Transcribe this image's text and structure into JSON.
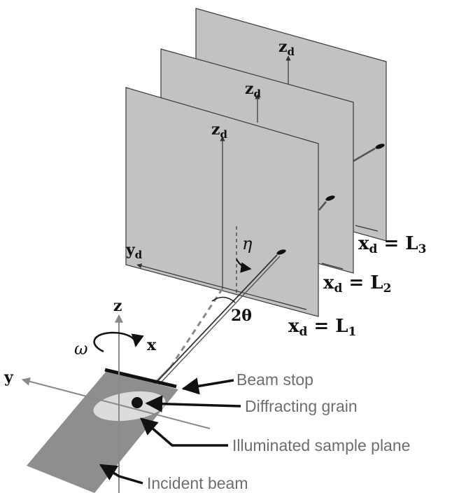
{
  "detector_axes": {
    "z": "z",
    "y": "y",
    "subscript": "d"
  },
  "sample_axes": {
    "z": "z",
    "x": "x",
    "y": "y"
  },
  "angles": {
    "omega": "ω",
    "eta": "η",
    "two_theta": "2θ"
  },
  "distances": [
    {
      "lhs": "x",
      "sub": "d",
      "eq": " = ",
      "rhs": "L",
      "idx": "1"
    },
    {
      "lhs": "x",
      "sub": "d",
      "eq": " = ",
      "rhs": "L",
      "idx": "2"
    },
    {
      "lhs": "x",
      "sub": "d",
      "eq": " = ",
      "rhs": "L",
      "idx": "3"
    }
  ],
  "callouts": {
    "beam_stop": "Beam stop",
    "diffracting_grain": "Diffracting grain",
    "illuminated_sample_plane": "Illuminated sample plane",
    "incident_beam": "Incident beam"
  },
  "colors": {
    "detector_fill": "#c2c2c4",
    "sample_plane_fill": "#8e8e8e",
    "illuminated_spot": "#dcdcdc",
    "callout_text": "#6e6e6e",
    "axis_gray": "#9a9a9a"
  }
}
